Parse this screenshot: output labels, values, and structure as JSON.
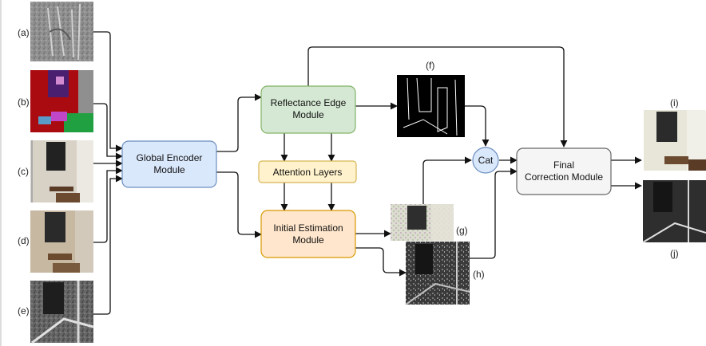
{
  "inputs": [
    {
      "label": "(a)"
    },
    {
      "label": "(b)"
    },
    {
      "label": "(c)"
    },
    {
      "label": "(d)"
    },
    {
      "label": "(e)"
    }
  ],
  "modules": {
    "global_encoder": {
      "line1": "Global Encoder",
      "line2": "Module"
    },
    "reflectance_edge": {
      "line1": "Reflectance Edge",
      "line2": "Module"
    },
    "attention": {
      "line1": "Attention Layers"
    },
    "initial_estimation": {
      "line1": "Initial Estimation",
      "line2": "Module"
    },
    "cat": {
      "line1": "Cat"
    },
    "final_correction": {
      "line1": "Final",
      "line2": "Correction Module"
    }
  },
  "outputs": {
    "f": "(f)",
    "g": "(g)",
    "h": "(h)",
    "i": "(i)",
    "j": "(j)"
  },
  "colors": {
    "encoder_fill": "#dae8fc",
    "encoder_stroke": "#6c8ebf",
    "edge_fill": "#d5e8d4",
    "edge_stroke": "#82b366",
    "attention_fill": "#fff2cc",
    "attention_stroke": "#d6b656",
    "initial_fill": "#ffe6cc",
    "initial_stroke": "#d79b00",
    "final_fill": "#f5f5f5",
    "final_stroke": "#666666",
    "cat_fill": "#dae8fc",
    "cat_stroke": "#6c8ebf"
  }
}
